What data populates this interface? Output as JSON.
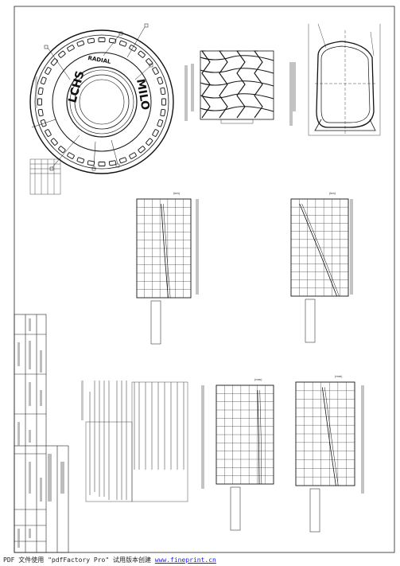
{
  "footer": {
    "prefix": "PDF 文件使用 \"pdfFactory Pro\" 试用版本创建 ",
    "link": "www.fineprint.cn"
  },
  "tire": {
    "brand_left": "LCHS",
    "brand_right": "MILO",
    "radial": "RADIAL"
  },
  "charts": {
    "load_speed": {
      "units": "(km)"
    },
    "pressure": {
      "units": "(km)"
    },
    "deflection": {
      "units": "(mm)"
    },
    "radius": {
      "units": "(mm)"
    }
  }
}
